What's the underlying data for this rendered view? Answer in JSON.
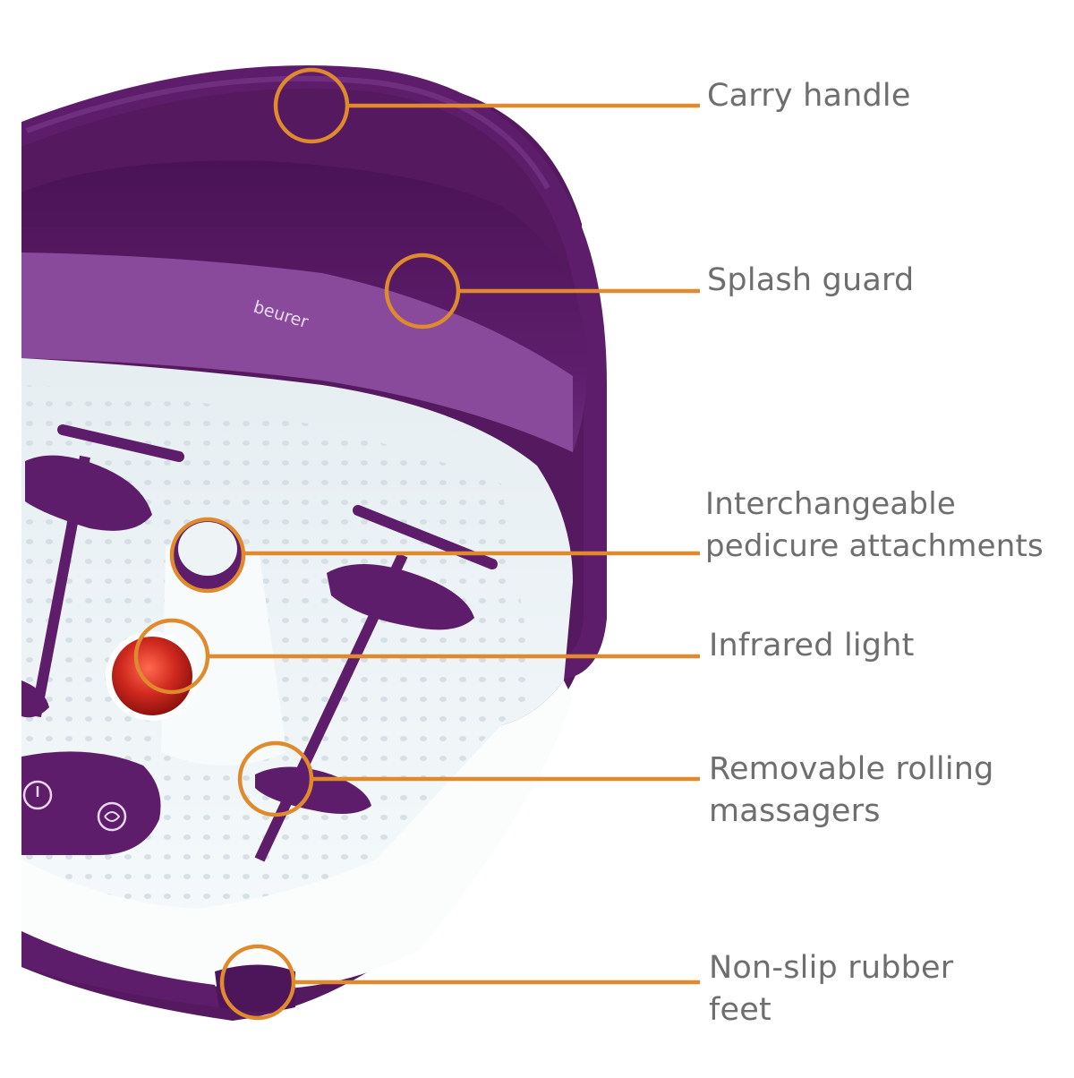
{
  "product": {
    "brand_logo": "beurer",
    "colors": {
      "body_purple": "#5e1d6b",
      "body_purple_dark": "#431250",
      "guard_band": "#8a4a9b",
      "basin_white": "#f1f6f8",
      "callout_orange": "#e08a2e",
      "label_gray": "#6e6e6e",
      "infrared_red": "#c8231c"
    }
  },
  "callouts": [
    {
      "id": "carry-handle",
      "lines": [
        "Carry handle"
      ]
    },
    {
      "id": "splash-guard",
      "lines": [
        "Splash guard"
      ]
    },
    {
      "id": "pedicure-attachments",
      "lines": [
        "Interchangeable",
        "pedicure attachments"
      ]
    },
    {
      "id": "infrared-light",
      "lines": [
        "Infrared light"
      ]
    },
    {
      "id": "rolling-massagers",
      "lines": [
        "Removable rolling",
        "massagers"
      ]
    },
    {
      "id": "rubber-feet",
      "lines": [
        "Non-slip rubber",
        "feet"
      ]
    }
  ],
  "control_panel": {
    "buttons": [
      "power-icon",
      "massage-mode-icon"
    ]
  }
}
